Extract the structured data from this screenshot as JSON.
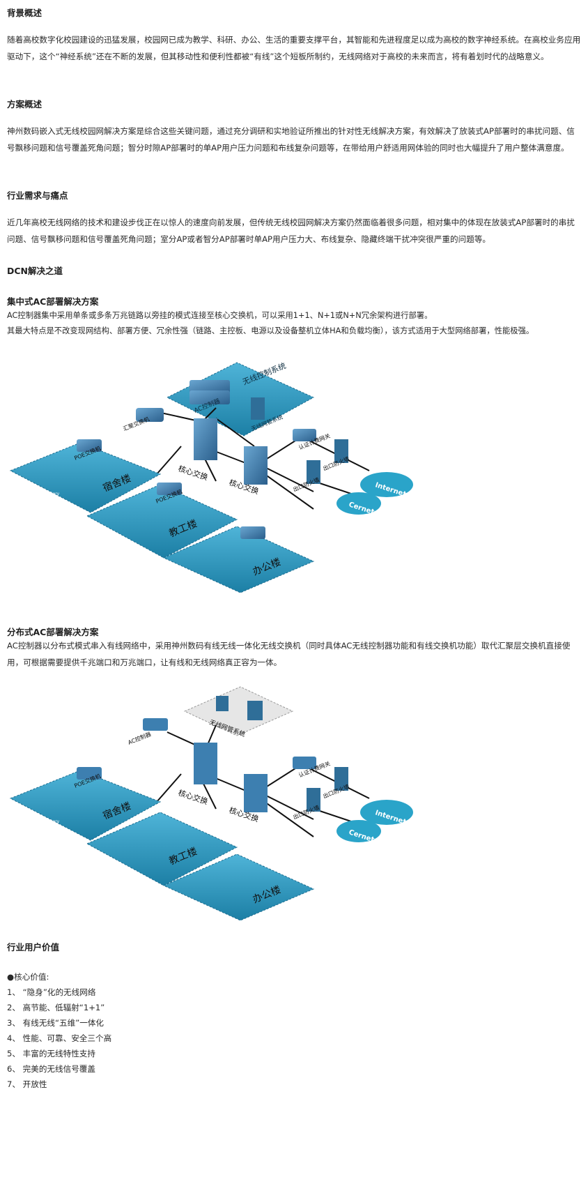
{
  "sections": {
    "background": {
      "title": "背景概述",
      "body": "随着高校数字化校园建设的迅猛发展，校园网已成为教学、科研、办公、生活的重要支撑平台，其智能和先进程度足以成为高校的数字神经系统。在高校业务应用驱动下，这个“神经系统”还在不断的发展，但其移动性和便利性都被“有线”这个短板所制约，无线网络对于高校的未来而言，将有着划时代的战略意义。"
    },
    "overview": {
      "title": "方案概述",
      "body": "神州数码嵌入式无线校园网解决方案是综合这些关键问题，通过充分调研和实地验证所推出的针对性无线解决方案，有效解决了放装式AP部署时的串扰问题、信号飘移问题和信号覆盖死角问题；智分时隙AP部署时的单AP用户压力问题和布线复杂问题等，在带给用户舒适用网体验的同时也大幅提升了用户整体满意度。"
    },
    "pain_points": {
      "title": "行业需求与痛点",
      "body": "近几年高校无线网络的技术和建设步伐正在以惊人的速度向前发展，但传统无线校园网解决方案仍然面临着很多问题，相对集中的体现在放装式AP部署时的串扰问题、信号飘移问题和信号覆盖死角问题；室分AP或者智分AP部署时单AP用户压力大、布线复杂、隐藏终端干扰冲突很严重的问题等。"
    },
    "solution": {
      "title": "DCN解决之道",
      "centralized": {
        "title": "集中式AC部署解决方案",
        "line1": "AC控制器集中采用单条或多条万兆链路以旁挂的模式连接至核心交换机，可以采用1+1、N+1或N+N冗余架构进行部署。",
        "line2": "其最大特点是不改变现网结构、部署方便、冗余性强（链路、主控板、电源以及设备整机立体HA和负载均衡），该方式适用于大型网络部署，性能极强。"
      },
      "distributed": {
        "title": "分布式AC部署解决方案",
        "body": "AC控制器以分布式模式串入有线网络中，采用神州数码有线无线一体化无线交换机（同时具体AC无线控制器功能和有线交换机功能）取代汇聚层交换机直接使用，可根据需要提供千兆端口和万兆端口，让有线和无线网络真正容为一体。"
      }
    },
    "value": {
      "title": "行业用户价值",
      "core_label": "●核心价值:",
      "items": [
        "1、 “隐身”化的无线网络",
        "2、 高节能、低辐射“1+1”",
        "3、 有线无线“五维”一体化",
        "4、 性能、可靠、安全三个高",
        "5、 丰富的无线特性支持",
        "6、 完美的无线信号覆盖",
        "7、 开放性"
      ]
    }
  },
  "diagram1": {
    "wireless_system": "无线控制系统",
    "ac_controller": "AC控制器",
    "wireless_mgmt": "无线网管系统",
    "agg_switch": "汇聚交换机",
    "core_switch_1": "核心交换",
    "core_switch_2": "核心交换",
    "poe_switch": "POE交换机",
    "auth_gateway": "认证计费网关",
    "firewall_1": "出口防火墙",
    "firewall_2": "出口防火墙",
    "internet": "Internet",
    "cernet": "Cernet",
    "building_dorm": "宿舍楼",
    "building_staff": "教工楼",
    "building_office": "办公楼",
    "dorm_tag": "Dormitory"
  },
  "diagram2": {
    "wireless_mgmt": "无线网管系统",
    "ac_controller": "AC控制器",
    "core_switch_1": "核心交换",
    "core_switch_2": "核心交换",
    "poe_switch": "POE交换机",
    "auth_gateway": "认证计费网关",
    "firewall_1": "出口防火墙",
    "firewall_2": "出口防火墙",
    "internet": "Internet",
    "cernet": "Cernet",
    "building_dorm": "宿舍楼",
    "building_staff": "教工楼",
    "building_office": "办公楼",
    "dorm_tag": "Dormitory"
  },
  "colors": {
    "platform": "#2a8fb5",
    "platform_dark": "#17688a",
    "device": "#3d7fb0",
    "cloud": "#2aa4c9"
  }
}
